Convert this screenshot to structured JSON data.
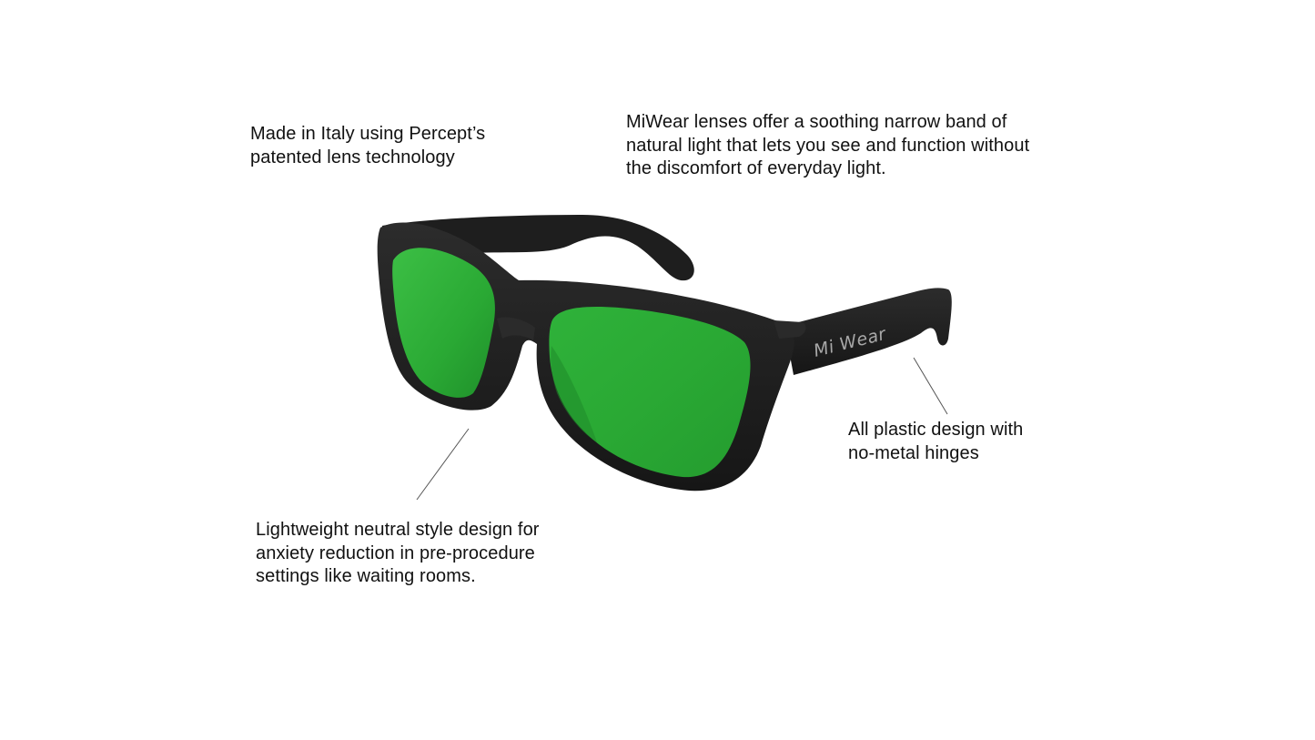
{
  "callouts": {
    "italy": {
      "lines": [
        "Made in Italy using Percept’s",
        "patented lens technology"
      ]
    },
    "lens": {
      "lines": [
        "MiWear lenses offer a soothing narrow band of",
        "natural light that lets you see and function without",
        "the discomfort of everyday light."
      ]
    },
    "plastic": {
      "lines": [
        "All plastic design with",
        "no-metal hinges"
      ]
    },
    "lightweight": {
      "lines": [
        "Lightweight neutral style design for",
        "anxiety reduction in pre-procedure",
        "settings like waiting rooms."
      ]
    }
  },
  "product": {
    "brand_mark": "Mi Wear",
    "colors": {
      "frame": "#1c1c1c",
      "frame_highlight": "#3a3a3a",
      "lens": "#2fae3a",
      "lens_dark": "#1f8a2a",
      "brand_mark": "#a8a8a8"
    }
  }
}
